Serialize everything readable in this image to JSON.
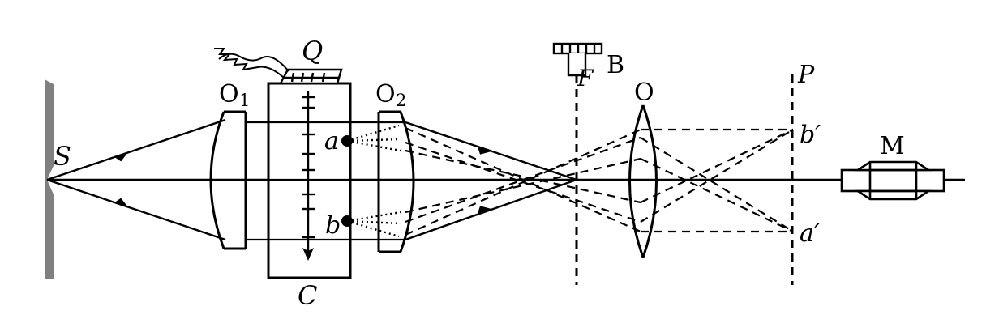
{
  "diagram": {
    "labels": {
      "source": "S",
      "cell": "Q",
      "trough": "C",
      "lens1": "O",
      "lens1_sub": "1",
      "lens2": "O",
      "lens2_sub": "2",
      "knife": "B",
      "focus": "F",
      "lens3": "O",
      "screen": "P",
      "point_a": "a",
      "point_b": "b",
      "image_b": "b′",
      "image_a": "a′",
      "microscope": "M"
    },
    "colors": {
      "ink": "#000000",
      "slit": "#808080",
      "background": "#ffffff"
    }
  }
}
